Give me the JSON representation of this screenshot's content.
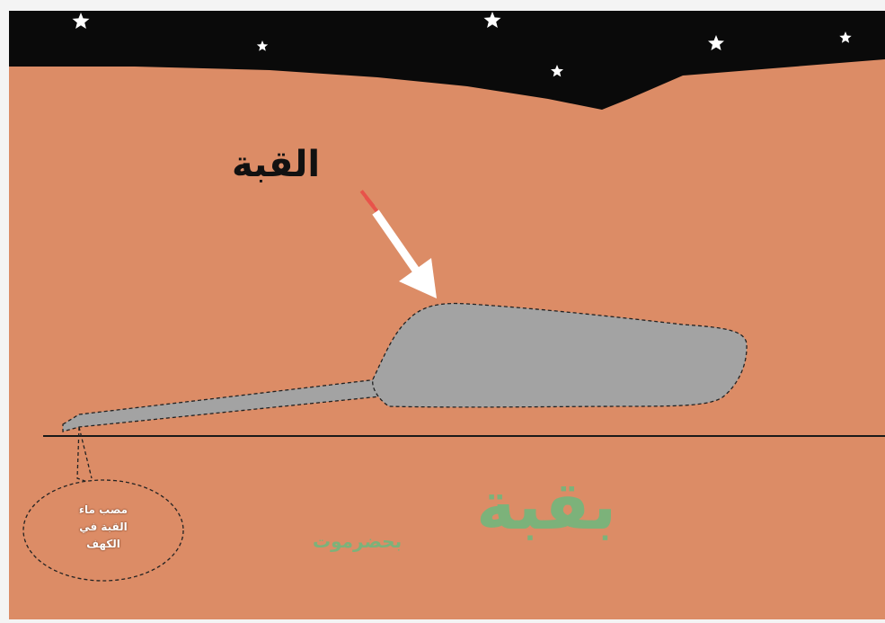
{
  "diagram": {
    "arrow_label": "القبة",
    "callout": {
      "line1": "مصب ماء",
      "line2": "القبة في",
      "line3": "الكهف"
    },
    "title": "بقبة",
    "subtitle": "بحضرموت"
  },
  "colors": {
    "night_sky": "#0a0a0a",
    "ground": "#dc8c66",
    "cave": "#a3a3a3",
    "title_green": "#7cb27a"
  }
}
